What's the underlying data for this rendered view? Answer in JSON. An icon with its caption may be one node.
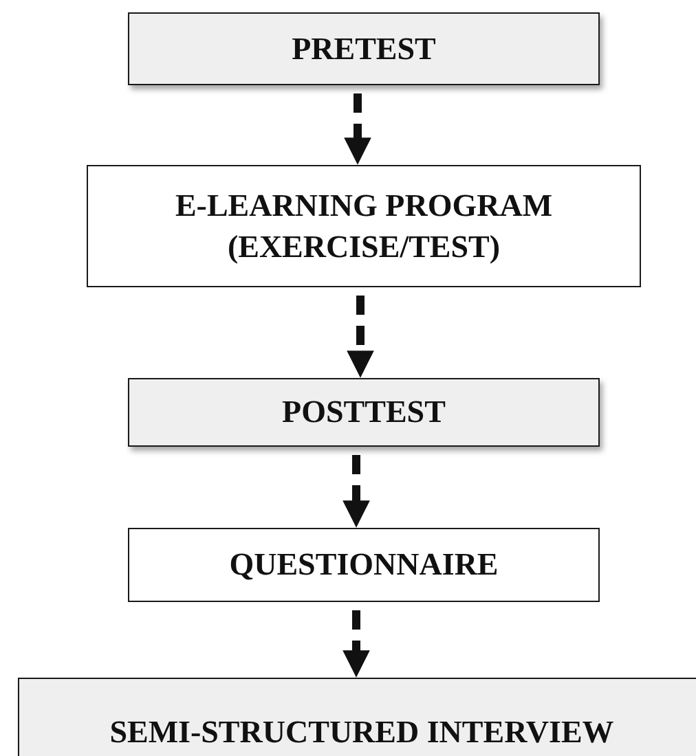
{
  "diagram": {
    "nodes": [
      {
        "text": [
          "PRETEST"
        ]
      },
      {
        "text": [
          "E-LEARNING PROGRAM (EXERCISE/TEST)"
        ]
      },
      {
        "text": [
          "POSTTEST"
        ]
      },
      {
        "text": [
          "QUESTIONNAIRE"
        ]
      },
      {
        "text": [
          "SEMI-STRUCTURED INTERVIEW"
        ]
      }
    ],
    "edges": [
      {
        "from": 0,
        "to": 1,
        "arrow": "to",
        "style": "dashed"
      },
      {
        "from": 1,
        "to": 2,
        "arrow": "to",
        "style": "dashed"
      },
      {
        "from": 2,
        "to": 3,
        "arrow": "to",
        "style": "dashed"
      },
      {
        "from": 3,
        "to": 4,
        "arrow": "to",
        "style": "dashed"
      }
    ]
  }
}
